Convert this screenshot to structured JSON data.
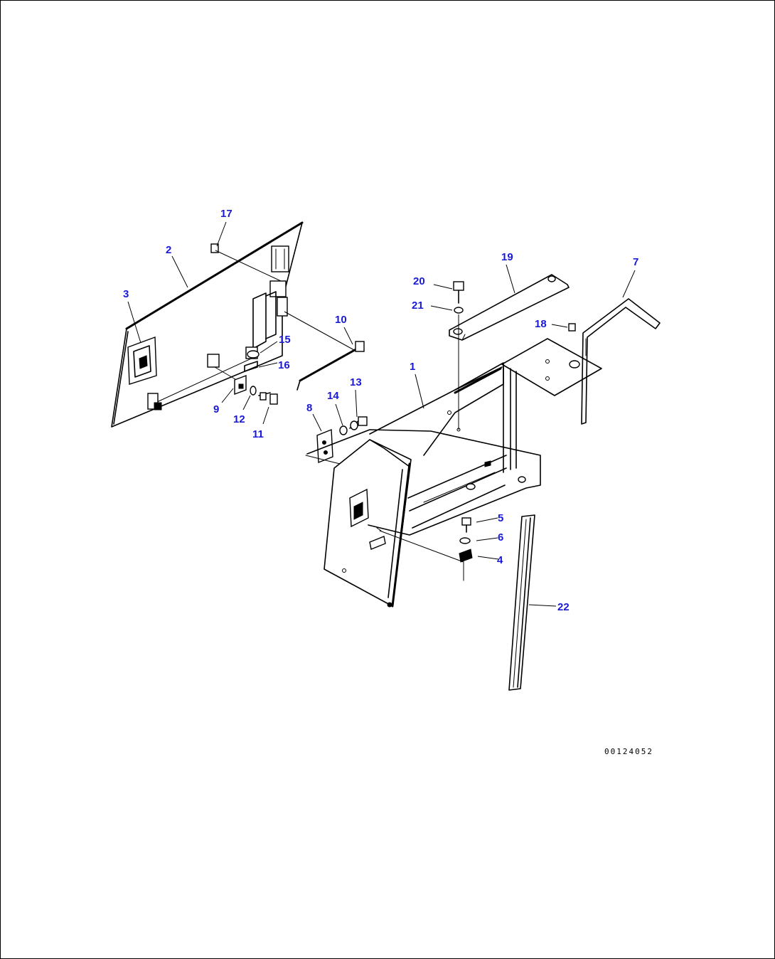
{
  "drawing_code": "00124052",
  "accent_color": "#1a1ad6",
  "callouts": [
    {
      "id": "c1",
      "label": "1"
    },
    {
      "id": "c2",
      "label": "2"
    },
    {
      "id": "c3",
      "label": "3"
    },
    {
      "id": "c4",
      "label": "4"
    },
    {
      "id": "c5",
      "label": "5"
    },
    {
      "id": "c6",
      "label": "6"
    },
    {
      "id": "c7",
      "label": "7"
    },
    {
      "id": "c8",
      "label": "8"
    },
    {
      "id": "c9",
      "label": "9"
    },
    {
      "id": "c10",
      "label": "10"
    },
    {
      "id": "c11",
      "label": "11"
    },
    {
      "id": "c12",
      "label": "12"
    },
    {
      "id": "c13",
      "label": "13"
    },
    {
      "id": "c14",
      "label": "14"
    },
    {
      "id": "c15",
      "label": "15"
    },
    {
      "id": "c16",
      "label": "16"
    },
    {
      "id": "c17",
      "label": "17"
    },
    {
      "id": "c18",
      "label": "18"
    },
    {
      "id": "c19",
      "label": "19"
    },
    {
      "id": "c20",
      "label": "20"
    },
    {
      "id": "c21",
      "label": "21"
    },
    {
      "id": "c22",
      "label": "22"
    }
  ]
}
